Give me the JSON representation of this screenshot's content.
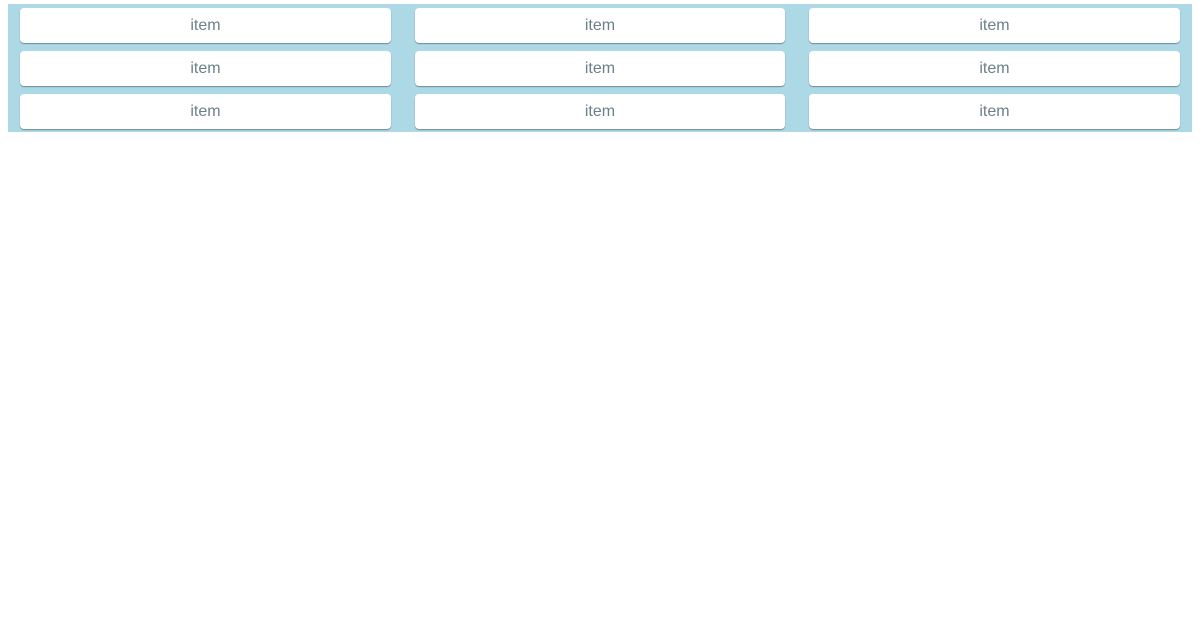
{
  "colors": {
    "panel_bg": "#add8e6",
    "item_bg": "#ffffff",
    "item_text": "#6b8088"
  },
  "items": [
    {
      "label": "item"
    },
    {
      "label": "item"
    },
    {
      "label": "item"
    },
    {
      "label": "item"
    },
    {
      "label": "item"
    },
    {
      "label": "item"
    },
    {
      "label": "item"
    },
    {
      "label": "item"
    },
    {
      "label": "item"
    }
  ]
}
